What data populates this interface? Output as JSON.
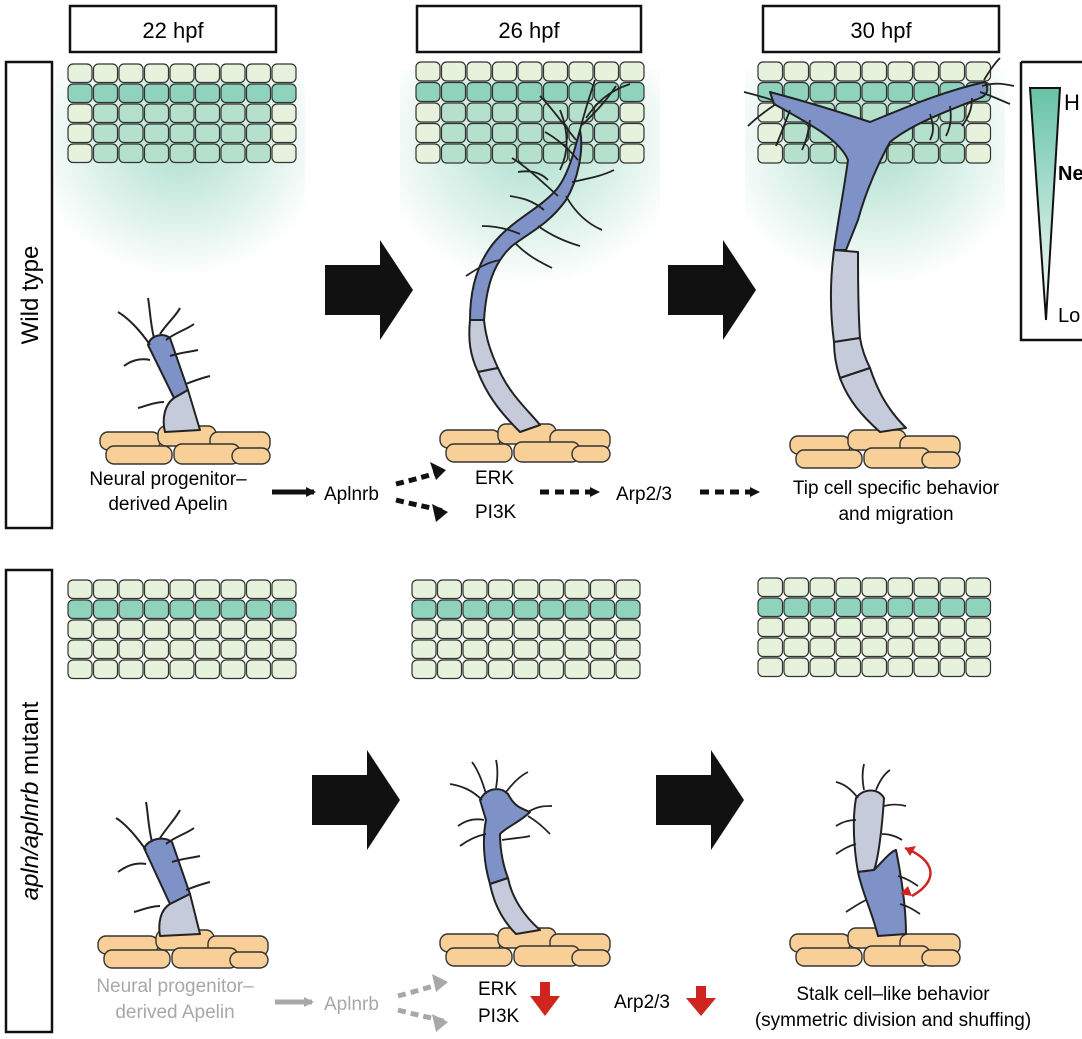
{
  "time_labels": [
    "22 hpf",
    "26 hpf",
    "30 hpf"
  ],
  "rows": {
    "wild_type": {
      "label": "Wild type"
    },
    "mutant": {
      "label_italic": "apln/aplnrb",
      "label_rest": " mutant"
    }
  },
  "legend": {
    "high": "H",
    "mid": "Ne",
    "low": "Lo"
  },
  "wt_pathway": {
    "source_line1": "Neural progenitor–",
    "source_line2": "derived Apelin",
    "receptor": "Aplnrb",
    "erk": "ERK",
    "pi3k": "PI3K",
    "arp": "Arp2/3",
    "outcome_line1": "Tip cell specific behavior",
    "outcome_line2": "and migration"
  },
  "mut_pathway": {
    "source_line1": "Neural progenitor–",
    "source_line2": "derived Apelin",
    "receptor": "Aplnrb",
    "erk": "ERK",
    "pi3k": "PI3K",
    "arp": "Arp2/3",
    "outcome_line1": "Stalk cell–like behavior",
    "outcome_line2": "(symmetric division and shuffing)"
  },
  "colors": {
    "tip_cell": "#7f92c8",
    "stalk_cell": "#c6cbdb",
    "endothelium": "#f9cf98",
    "neural_cell": "#e6f2dc",
    "neural_cell_high": "#8fd3bd",
    "gradient": "#66c2a5",
    "arrow_red": "#d0251f",
    "muted_gray": "#a8a8a8"
  }
}
